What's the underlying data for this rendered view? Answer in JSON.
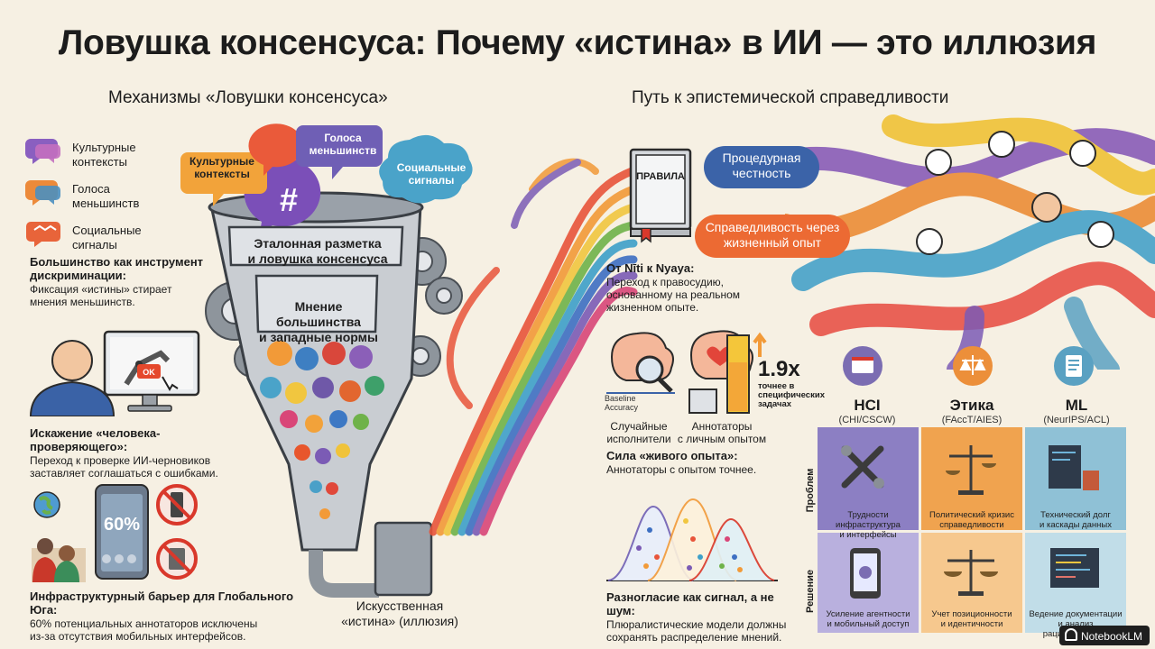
{
  "title": "Ловушка консенсуса: Почему «истина» в ИИ — это иллюзия",
  "left_section": {
    "heading": "Механизмы «Ловушки консенсуса»",
    "legend": [
      {
        "label_line1": "Культурные",
        "label_line2": "контексты",
        "icon": "chat-bubble-purple-icon"
      },
      {
        "label_line1": "Голоса",
        "label_line2": "меньшинств",
        "icon": "chat-bubble-orange-icon"
      },
      {
        "label_line1": "Социальные",
        "label_line2": "сигналы",
        "icon": "chat-bubble-red-icon"
      }
    ],
    "majority_block": {
      "title_line1": "Большинство как инструмент",
      "title_line2": "дискриминации:",
      "body_line1": "Фиксация «истины» стирает",
      "body_line2": "мнения меньшинств."
    },
    "human_block": {
      "ok_label": "OK",
      "title": "Искажение «человека-проверяющего»:",
      "body_line1": "Переход к проверке ИИ-черновиков",
      "body_line2": "заставляет соглашаться с ошибками."
    },
    "infra_block": {
      "percent": "60%",
      "title": "Инфраструктурный барьер для Глобального Юга:",
      "body_line1": "60% потенциальных аннотаторов исключены",
      "body_line2": "из-за отсутствия мобильных интерфейсов."
    }
  },
  "funnel": {
    "bubbles": [
      {
        "line1": "Культурные",
        "line2": "контексты"
      },
      {
        "line1": "Голоса",
        "line2": "меньшинств"
      },
      {
        "line1": "Социальные",
        "line2": "сигналы"
      }
    ],
    "hash_symbol": "#",
    "band1_line1": "Эталонная разметка",
    "band1_line2": "и ловушка консенсуса",
    "band2_line1": "Мнение большинства",
    "band2_line2": "и западные нормы",
    "output_line1": "Искусственная",
    "output_line2": "«истина» (иллюзия)"
  },
  "right_section": {
    "heading": "Путь к эпистемической справедливости",
    "book_label": "ПРАВИЛА",
    "pill_procedural": {
      "line1": "Процедурная",
      "line2": "честность"
    },
    "pill_justice": {
      "line1": "Справедливость через",
      "line2": "жизненный опыт"
    },
    "niti_block": {
      "title": "От Nīti к Nyaya:",
      "body_line1": "Переход к правосудию,",
      "body_line2": "основанному на реальном",
      "body_line3": "жизненном опыте."
    },
    "experience": {
      "factor": "1.9x",
      "factor_note_line1": "точнее в",
      "factor_note_line2": "специфических",
      "factor_note_line3": "задачах",
      "baseline_line1": "Baseline",
      "baseline_line2": "Accuracy",
      "random_line1": "Случайные",
      "random_line2": "исполнители",
      "annot_line1": "Аннотаторы",
      "annot_line2": "с личным опытом",
      "title": "Сила «живого опыта»:",
      "body": "Аннотаторы с опытом точнее."
    },
    "disagreement": {
      "title": "Разногласие как сигнал, а не шум:",
      "body_line1": "Плюралистические модели должны",
      "body_line2": "сохранять распределение мнений."
    },
    "columns": [
      {
        "title": "HCI",
        "subtitle": "(CHI/CSCW)",
        "color": "#7b6db2",
        "problem_line1": "Трудности инфраструктура",
        "problem_line2": "и интерфейсы",
        "solution_line1": "Усиление агентности",
        "solution_line2": "и мобильный доступ"
      },
      {
        "title": "Этика",
        "subtitle": "(FAccT/AIES)",
        "color": "#ec8f3a",
        "problem_line1": "Политический кризис",
        "problem_line2": "справедливости",
        "solution_line1": "Учет позиционности",
        "solution_line2": "и идентичности"
      },
      {
        "title": "ML",
        "subtitle": "(NeurIPS/ACL)",
        "color": "#5aa1c2",
        "problem_line1": "Технический долг",
        "problem_line2": "и каскады данных",
        "solution_line1": "Ведение документации",
        "solution_line2": "и анализ рациональности"
      }
    ],
    "row_problem": "Проблем",
    "row_solution": "Решение"
  },
  "branding": "NotebookLM",
  "colors": {
    "background": "#f6f0e3",
    "purple": "#6b5aa8",
    "orange": "#ec6a33",
    "blue": "#3b63a8"
  }
}
